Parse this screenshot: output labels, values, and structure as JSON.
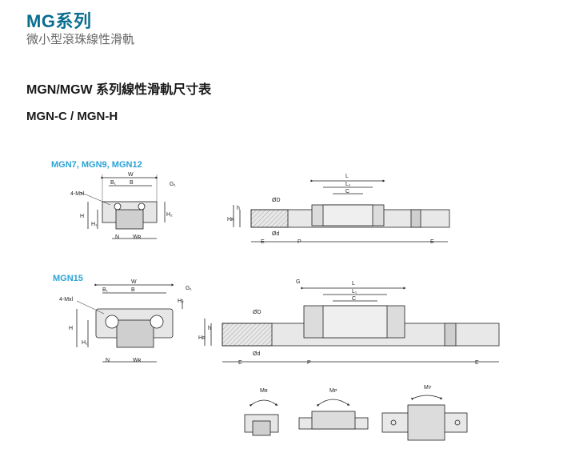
{
  "header": {
    "title": "MG系列",
    "subtitle": "微小型滾珠線性滑軌"
  },
  "section_title": "MGN/MGW 系列線性滑軌尺寸表",
  "model_title": "MGN-C / MGN-H",
  "diagram1": {
    "caption": "MGN7, MGN9, MGN12",
    "labels": {
      "W": "W",
      "B1": "B₁",
      "B": "B",
      "G1": "G₁",
      "mxl": "4-Mxl",
      "H": "H",
      "H1": "H₁",
      "H2": "H₂",
      "N": "N",
      "WR": "Wʀ"
    },
    "side": {
      "L": "L",
      "L1": "L₁",
      "C": "C",
      "h": "h",
      "HR": "Hʀ",
      "phiD": "ØD",
      "phid": "Ød",
      "E": "E",
      "P": "P"
    }
  },
  "diagram2": {
    "caption": "MGN15",
    "labels": {
      "W": "W",
      "B1": "B₁",
      "B": "B",
      "G1": "G₁",
      "mxl": "4-Mxl",
      "H": "H",
      "H1": "H₁",
      "H2": "H₂",
      "N": "N",
      "WR": "Wʀ"
    },
    "side": {
      "G": "G",
      "L": "L",
      "L1": "L₁",
      "C": "C",
      "h": "h",
      "HR": "Hʀ",
      "phiD": "ØD",
      "phid": "Ød",
      "E": "E",
      "P": "P"
    }
  },
  "moments": {
    "MR": "Mʀ",
    "MP": "Mᴘ",
    "MY": "Mʏ"
  }
}
